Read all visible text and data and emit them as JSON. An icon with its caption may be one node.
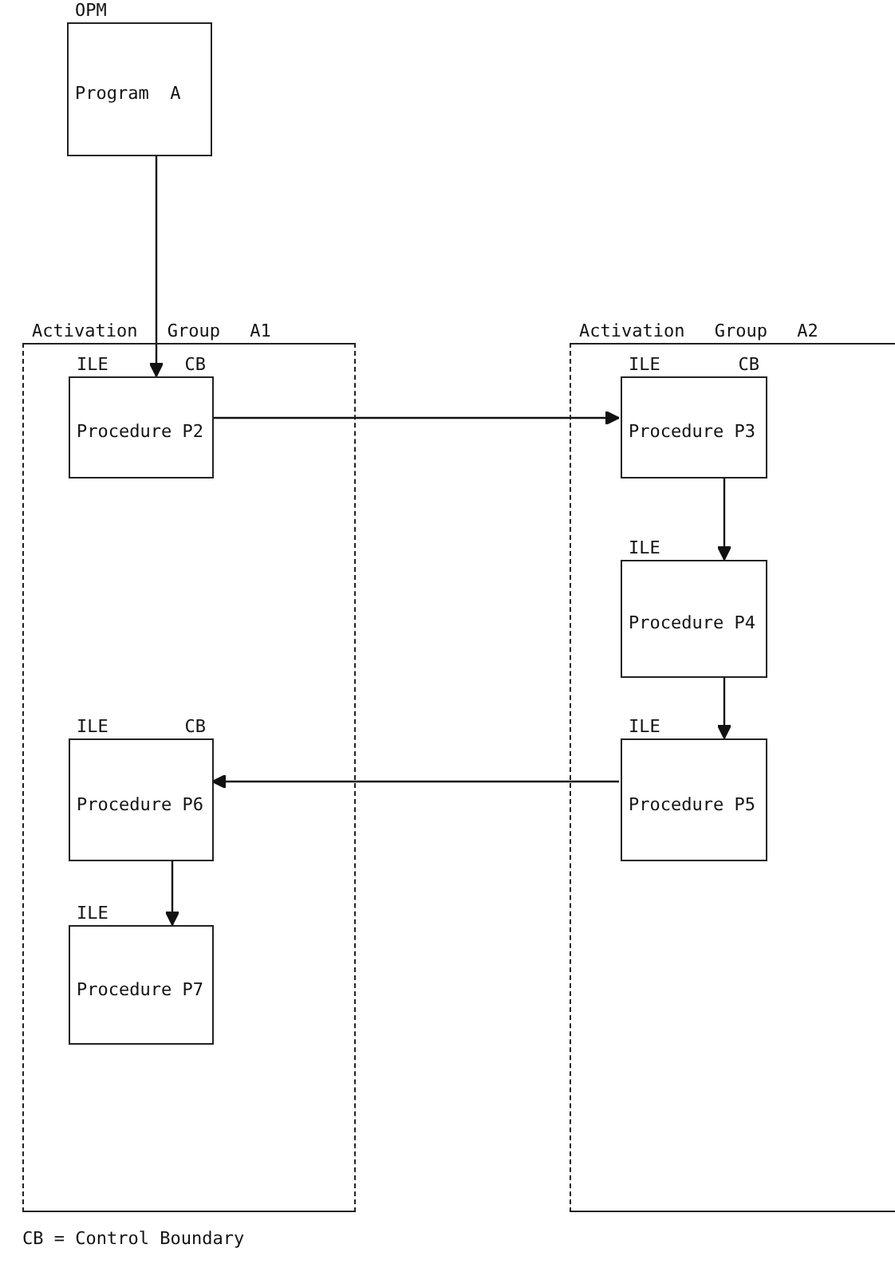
{
  "diagram": {
    "nodes": [
      {
        "text": [
          "OPM",
          "Program  A"
        ]
      },
      {
        "text": [
          "Activation Group A1"
        ]
      },
      {
        "text": [
          "ILE",
          "CB",
          "Procedure P2"
        ],
        "in": 1
      },
      {
        "text": [
          "ILE",
          "CB",
          "Procedure P6"
        ],
        "in": 1
      },
      {
        "text": [
          "ILE",
          "Procedure P7"
        ],
        "in": 1
      },
      {
        "text": [
          "Activation Group A2"
        ]
      },
      {
        "text": [
          "ILE",
          "CB",
          "Procedure P3"
        ],
        "in": 5
      },
      {
        "text": [
          "ILE",
          "Procedure P4"
        ],
        "in": 5
      },
      {
        "text": [
          "ILE",
          "Procedure P5"
        ],
        "in": 5
      }
    ],
    "edges": [
      {
        "from": 0,
        "to": 2,
        "arrow": "to"
      },
      {
        "from": 2,
        "to": 6,
        "arrow": "to"
      },
      {
        "from": 6,
        "to": 7,
        "arrow": "to"
      },
      {
        "from": 7,
        "to": 8,
        "arrow": "to"
      },
      {
        "from": 8,
        "to": 3,
        "arrow": "to"
      },
      {
        "from": 3,
        "to": 4,
        "arrow": "to"
      }
    ],
    "labels": [
      "CB = Control Boundary"
    ]
  }
}
